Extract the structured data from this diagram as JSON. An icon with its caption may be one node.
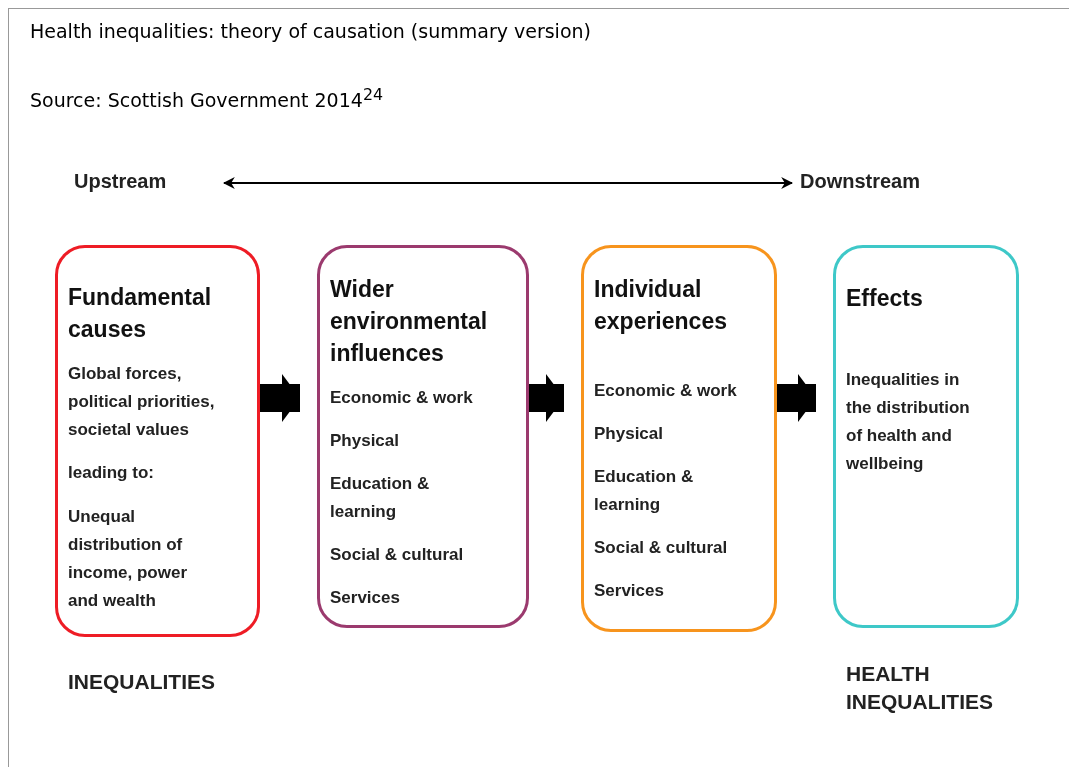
{
  "diagram": {
    "title": "Health inequalities: theory of causation (summary version)",
    "caption": "Source: Scottish Government 2014$^{24}$",
    "nodes": [
      {
        "text": [
          "Upstream"
        ]
      },
      {
        "text": [
          "Downstream"
        ]
      },
      {
        "text": [
          "Fundamental causes",
          "Global forces, political priorities, societal values",
          "leading to:",
          "Unequal distribution of income, power and wealth"
        ],
        "beside": [
          "INEQUALITIES"
        ]
      },
      {
        "text": [
          "Wider environmental influences",
          "Economic & work",
          "Physical",
          "Education & learning",
          "Social & cultural",
          "Services"
        ]
      },
      {
        "text": [
          "Individual experiences",
          "Economic & work",
          "Physical",
          "Education & learning",
          "Social & cultural",
          "Services"
        ]
      },
      {
        "text": [
          "Effects",
          "Inequalities in the distribution of health and wellbeing"
        ],
        "beside": [
          "HEALTH INEQUALITIES"
        ]
      }
    ],
    "edges": [
      {
        "from": 0,
        "to": 1,
        "arrow": "both"
      },
      {
        "from": 2,
        "to": 3,
        "arrow": "to"
      },
      {
        "from": 3,
        "to": 4,
        "arrow": "to"
      },
      {
        "from": 4,
        "to": 5,
        "arrow": "to"
      }
    ]
  }
}
